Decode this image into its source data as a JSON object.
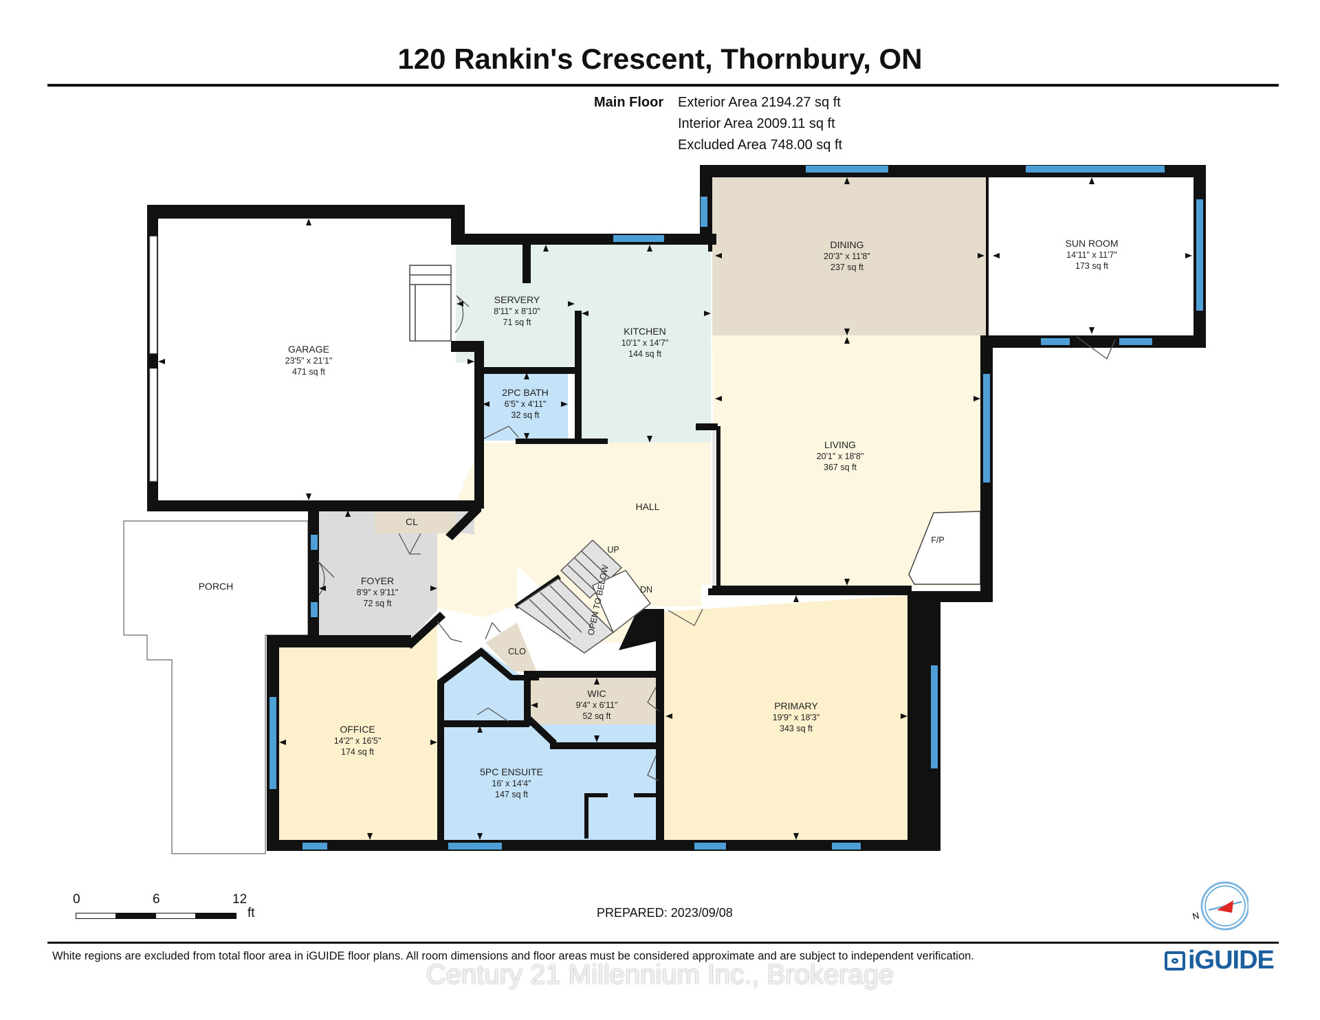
{
  "header": {
    "title": "120 Rankin's Crescent, Thornbury, ON"
  },
  "floor": {
    "name": "Main Floor",
    "exterior_area": "Exterior Area 2194.27 sq ft",
    "interior_area": "Interior Area 2009.11 sq ft",
    "excluded_area": "Excluded Area 748.00 sq ft"
  },
  "rooms": {
    "garage": {
      "name": "GARAGE",
      "dims": "23'5\" x 21'1\"",
      "area": "471 sq ft"
    },
    "servery": {
      "name": "SERVERY",
      "dims": "8'11\" x 8'10\"",
      "area": "71 sq ft"
    },
    "kitchen": {
      "name": "KITCHEN",
      "dims": "10'1\" x 14'7\"",
      "area": "144 sq ft"
    },
    "dining": {
      "name": "DINING",
      "dims": "20'3\" x 11'8\"",
      "area": "237 sq ft"
    },
    "sunroom": {
      "name": "SUN ROOM",
      "dims": "14'11\" x 11'7\"",
      "area": "173 sq ft"
    },
    "bath2pc": {
      "name": "2PC BATH",
      "dims": "6'5\" x 4'11\"",
      "area": "32 sq ft"
    },
    "living": {
      "name": "LIVING",
      "dims": "20'1\" x 18'8\"",
      "area": "367 sq ft"
    },
    "hall": {
      "name": "HALL"
    },
    "cl": {
      "name": "CL"
    },
    "foyer": {
      "name": "FOYER",
      "dims": "8'9\" x 9'11\"",
      "area": "72 sq ft"
    },
    "porch": {
      "name": "PORCH"
    },
    "clo": {
      "name": "CLO"
    },
    "wic": {
      "name": "WIC",
      "dims": "9'4\" x 6'11\"",
      "area": "52 sq ft"
    },
    "office": {
      "name": "OFFICE",
      "dims": "14'2\" x 16'5\"",
      "area": "174 sq ft"
    },
    "ensuite": {
      "name": "5PC ENSUITE",
      "dims": "16' x 14'4\"",
      "area": "147 sq ft"
    },
    "primary": {
      "name": "PRIMARY",
      "dims": "19'9\" x 18'3\"",
      "area": "343 sq ft"
    },
    "fp": {
      "name": "F/P"
    },
    "stairs": {
      "up": "UP",
      "dn": "DN",
      "open": "OPEN TO BELOW"
    }
  },
  "scale": {
    "t0": "0",
    "t6": "6",
    "t12": "12",
    "unit": "ft"
  },
  "prepared": "PREPARED: 2023/09/08",
  "disclaimer": "White regions are excluded from total floor area in iGUIDE floor plans. All room dimensions and floor areas must be considered approximate and are subject to independent verification.",
  "brand": "iGUIDE",
  "watermark": "Century 21 Millennium Inc., Brokerage",
  "compass": {
    "north": "N"
  },
  "colors": {
    "garage": "#ffffff",
    "green": "#e6f0ea",
    "blue": "#c4e2f8",
    "beige": "#e6dccc",
    "cream": "#fdf6e0",
    "yellow": "#fdf0cc",
    "gray": "#dcdcdc",
    "wall": "#111111",
    "window": "#4d9fd6"
  }
}
